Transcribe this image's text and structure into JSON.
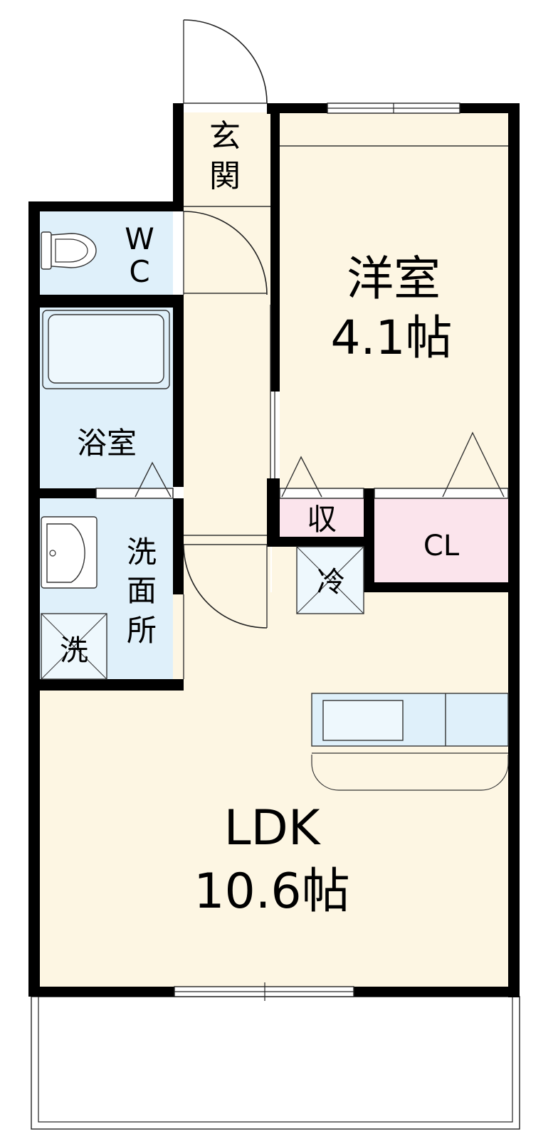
{
  "rooms": {
    "genkan": {
      "label_line1": "玄",
      "label_line2": "関"
    },
    "wc": {
      "label_line1": "W",
      "label_line2": "C"
    },
    "western_room": {
      "label": "洋室",
      "size": "4.1帖"
    },
    "bathroom": {
      "label": "浴室"
    },
    "washroom": {
      "label_line1": "洗",
      "label_line2": "面",
      "label_line3": "所"
    },
    "washer_space": {
      "label": "洗"
    },
    "storage": {
      "label": "収"
    },
    "closet": {
      "label": "CL"
    },
    "fridge_space": {
      "label": "冷"
    },
    "ldk": {
      "label": "LDK",
      "size": "10.6帖"
    }
  },
  "colors": {
    "wall": "#000000",
    "floor_main": "#fdf6e3",
    "floor_wet": "#dff0fa",
    "floor_storage": "#fbe4ec",
    "balcony": "#ffffff"
  },
  "icons": [
    "toilet-icon",
    "bathtub-icon",
    "sink-icon",
    "washer-space-icon",
    "fridge-space-icon",
    "kitchen-counter-icon",
    "door-swing-icon",
    "window-icon"
  ]
}
